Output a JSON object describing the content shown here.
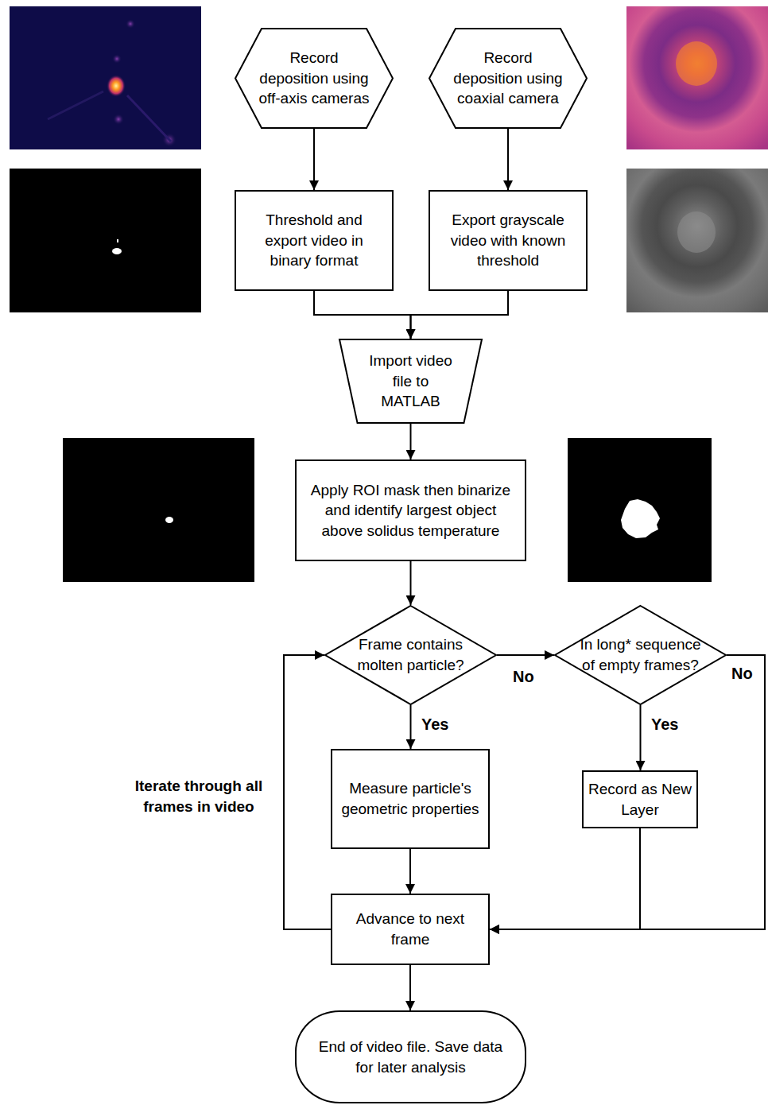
{
  "diagram": {
    "nodes": [
      {
        "text": [
          "Record deposition using off-axis cameras"
        ]
      },
      {
        "text": [
          "Record deposition using coaxial camera"
        ]
      },
      {
        "text": [
          "Threshold and export video in binary format"
        ]
      },
      {
        "text": [
          "Export grayscale video with known threshold"
        ]
      },
      {
        "text": [
          "Import video file to MATLAB"
        ]
      },
      {
        "text": [
          "Apply ROI mask then binarize and identify largest object above solidus temperature"
        ]
      },
      {
        "text": [
          "Frame contains molten particle?"
        ]
      },
      {
        "text": [
          "In long* sequence of empty frames?"
        ]
      },
      {
        "text": [
          "Measure particle's geometric properties"
        ]
      },
      {
        "text": [
          "Record as New Layer"
        ]
      },
      {
        "text": [
          "Advance to next frame"
        ]
      },
      {
        "text": [
          "End of video file. Save data for later analysis"
        ]
      }
    ],
    "edges": [
      {
        "from": 0,
        "to": 2,
        "arrow": "to"
      },
      {
        "from": 1,
        "to": 3,
        "arrow": "to"
      },
      {
        "from": 2,
        "to": 4,
        "arrow": "to"
      },
      {
        "from": 3,
        "to": 4,
        "arrow": "to"
      },
      {
        "from": 4,
        "to": 5,
        "arrow": "to"
      },
      {
        "from": 5,
        "to": 6,
        "arrow": "to"
      },
      {
        "from": 6,
        "to": 8,
        "label": "Yes",
        "arrow": "to"
      },
      {
        "from": 6,
        "to": 7,
        "label": "No",
        "arrow": "to"
      },
      {
        "from": 8,
        "to": 10,
        "arrow": "to"
      },
      {
        "from": 7,
        "to": 9,
        "label": "Yes",
        "arrow": "to"
      },
      {
        "from": 7,
        "to": 10,
        "label": "No",
        "arrow": "to"
      },
      {
        "from": 9,
        "to": 10,
        "arrow": "to"
      },
      {
        "from": 10,
        "to": 6,
        "arrow": "to"
      },
      {
        "from": 10,
        "to": 11,
        "arrow": "to"
      }
    ],
    "labels": [
      "Iterate through all frames in video"
    ]
  }
}
